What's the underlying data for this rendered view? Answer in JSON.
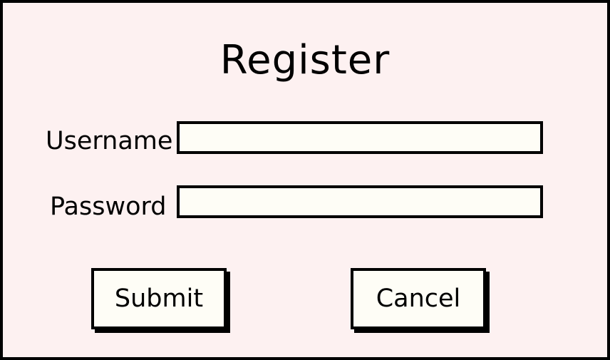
{
  "dialog": {
    "title": "Register",
    "fields": {
      "username": {
        "label": "Username",
        "value": ""
      },
      "password": {
        "label": "Password",
        "value": ""
      }
    },
    "buttons": {
      "submit_label": "Submit",
      "cancel_label": "Cancel"
    }
  },
  "colors": {
    "background": "#fdf1f1",
    "field_background": "#fefdf6",
    "border": "#000000"
  }
}
